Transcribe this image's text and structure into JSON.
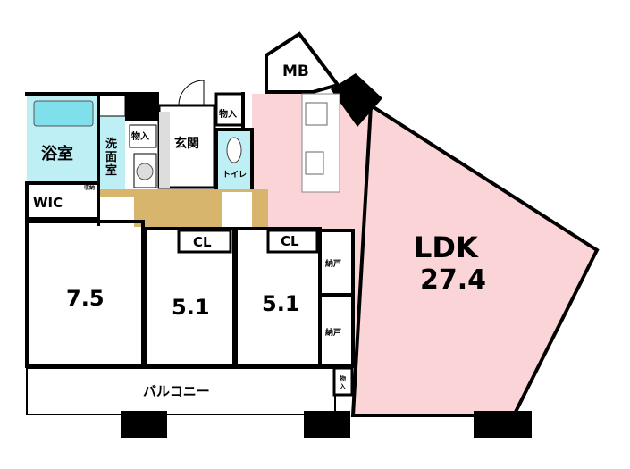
{
  "rooms": {
    "mb": "MB",
    "bath": "浴室",
    "wash_1": "洗",
    "wash_2": "面",
    "wash_3": "室",
    "storage_wash": "物入",
    "entrance": "玄関",
    "storage_entry": "物入",
    "toilet": "トイレ",
    "wic": "WIC",
    "small_storage": "収納",
    "ldk_label": "LDK",
    "ldk_size": "27.4",
    "bed1_size": "7.5",
    "bed2_size": "5.1",
    "bed3_size": "5.1",
    "cl1": "CL",
    "cl2": "CL",
    "closet1": "納戸",
    "closet2": "納戸",
    "storage_bottom_1": "物",
    "storage_bottom_2": "入",
    "balcony": "バルコニー"
  },
  "colors": {
    "ldk": "#fad4d6",
    "bedroom": "#fcf8b9",
    "bath": "#bdeff5",
    "hall": "#d8b56c"
  }
}
